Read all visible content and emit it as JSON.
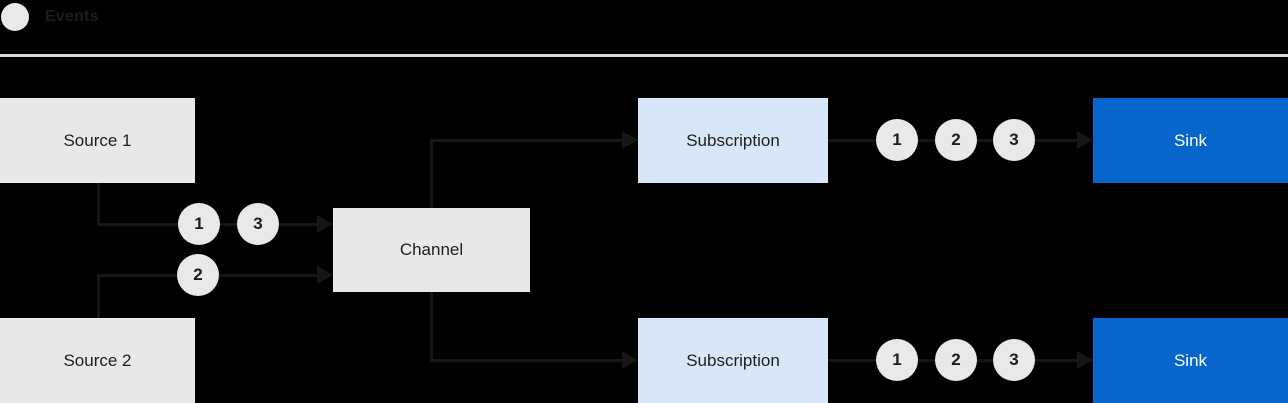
{
  "legend": {
    "label": "Events"
  },
  "colors": {
    "background": "#000000",
    "box_gray": "#e8e8e8",
    "box_light_blue": "#d7e7f7",
    "box_blue": "#0666cc",
    "line": "#161616",
    "circle_fill": "#e9e9e9",
    "divider": "#dadada",
    "text_dark": "#1e1e1e",
    "text_light": "#ffffff"
  },
  "nodes": {
    "source1": {
      "label": "Source 1"
    },
    "source2": {
      "label": "Source 2"
    },
    "channel": {
      "label": "Channel"
    },
    "subscription_top": {
      "label": "Subscription"
    },
    "subscription_bottom": {
      "label": "Subscription"
    },
    "sink_top": {
      "label": "Sink"
    },
    "sink_bottom": {
      "label": "Sink"
    }
  },
  "event_markers": {
    "source1_to_channel": [
      "1",
      "3"
    ],
    "source2_to_channel": [
      "2"
    ],
    "subscription_top_to_sink": [
      "1",
      "2",
      "3"
    ],
    "subscription_bottom_to_sink": [
      "1",
      "2",
      "3"
    ]
  }
}
